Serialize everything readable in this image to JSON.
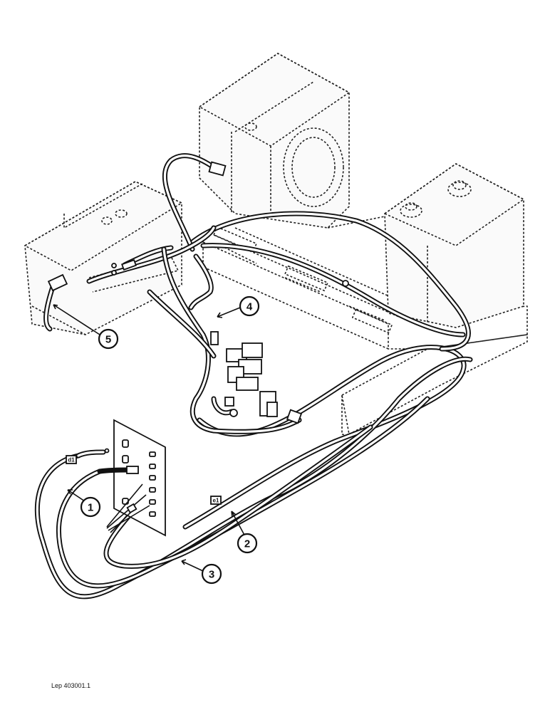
{
  "callouts": {
    "c1": "1",
    "c2": "2",
    "c3": "3",
    "c4": "4",
    "c5": "5"
  },
  "tags": {
    "d1": "d1",
    "e1": "e1"
  },
  "reference": "Lep 403001.1"
}
